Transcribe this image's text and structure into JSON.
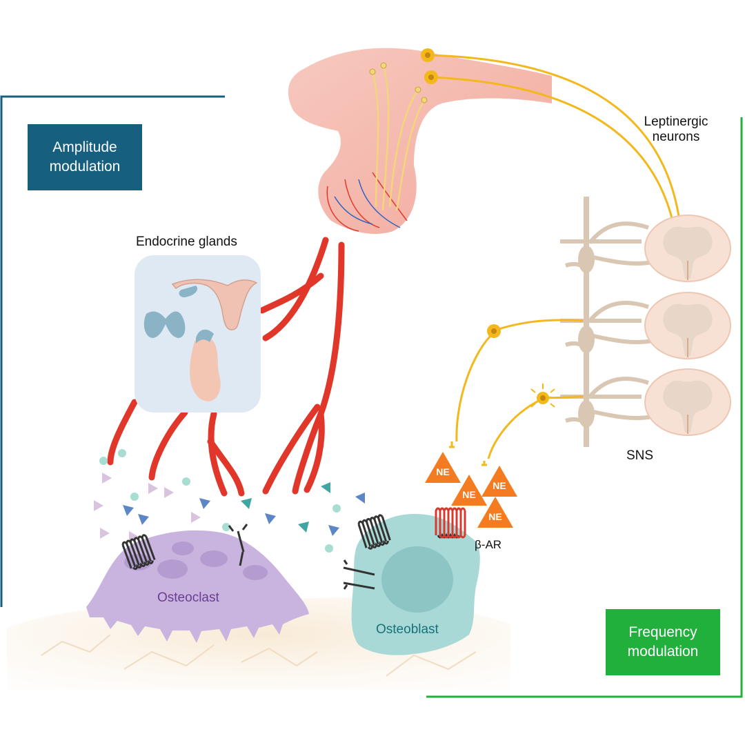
{
  "labels": {
    "amplitude_modulation": "Amplitude modulation",
    "frequency_modulation": "Frequency modulation",
    "leptinergic_neurons": "Leptinergic neurons",
    "endocrine_glands": "Endocrine glands",
    "sns": "SNS",
    "beta_ar": "β-AR",
    "osteoclast": "Osteoclast",
    "osteoblast": "Osteoblast",
    "ne": "NE"
  },
  "colors": {
    "amplitude_box": "#175f7f",
    "frequency_box": "#22b03d",
    "blood_vessel": "#e0372a",
    "neuron": "#f2b81c",
    "ne_triangle": "#f47b20",
    "osteoclast": "#c9b3df",
    "osteoblast": "#a9d9d6",
    "bone": "#f5e6cf"
  }
}
